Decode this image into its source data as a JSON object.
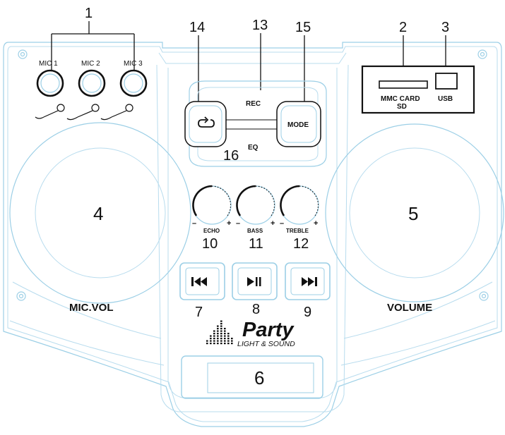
{
  "callouts": {
    "n1": "1",
    "n2": "2",
    "n3": "3",
    "n4": "4",
    "n5": "5",
    "n6": "6",
    "n7": "7",
    "n8": "8",
    "n9": "9",
    "n10": "10",
    "n11": "11",
    "n12": "12",
    "n13": "13",
    "n14": "14",
    "n15": "15",
    "n16": "16"
  },
  "mic_inputs": [
    "MIC 1",
    "MIC 2",
    "MIC 3"
  ],
  "card_slot": {
    "line1": "MMC CARD",
    "line2": "SD"
  },
  "usb_label": "USB",
  "control_panel": {
    "rec": "REC",
    "mode": "MODE",
    "eq": "EQ"
  },
  "knobs": [
    {
      "label": "ECHO",
      "minus": "–",
      "plus": "+"
    },
    {
      "label": "BASS",
      "minus": "–",
      "plus": "+"
    },
    {
      "label": "TREBLE",
      "minus": "–",
      "plus": "+"
    }
  ],
  "left_knob_label": "MIC.VOL",
  "right_knob_label": "VOLUME",
  "logo": {
    "word": "Party",
    "tagline": "LIGHT & SOUND"
  },
  "colors": {
    "outline": "#9ccfe6",
    "ink": "#111111"
  }
}
